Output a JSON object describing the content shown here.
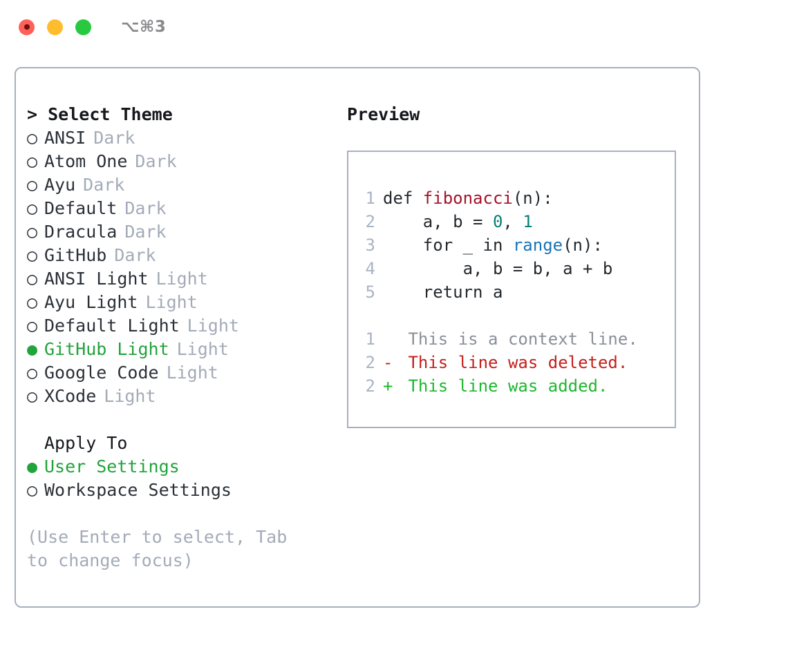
{
  "titlebar": {
    "shortcut": "⌥⌘3",
    "lights": [
      {
        "name": "close",
        "color": "#FF6159"
      },
      {
        "name": "minimize",
        "color": "#FFBD2E"
      },
      {
        "name": "maximize",
        "color": "#28C840"
      }
    ]
  },
  "theme_panel": {
    "heading_marker": ">",
    "heading": "Select Theme",
    "bullet_unselected": "○",
    "bullet_selected": "●",
    "items": [
      {
        "label": "ANSI",
        "tag": "Dark",
        "selected": false
      },
      {
        "label": "Atom One",
        "tag": "Dark",
        "selected": false
      },
      {
        "label": "Ayu",
        "tag": "Dark",
        "selected": false
      },
      {
        "label": "Default",
        "tag": "Dark",
        "selected": false
      },
      {
        "label": "Dracula",
        "tag": "Dark",
        "selected": false
      },
      {
        "label": "GitHub",
        "tag": "Dark",
        "selected": false
      },
      {
        "label": "ANSI Light",
        "tag": "Light",
        "selected": false
      },
      {
        "label": "Ayu Light",
        "tag": "Light",
        "selected": false
      },
      {
        "label": "Default Light",
        "tag": "Light",
        "selected": false
      },
      {
        "label": "GitHub Light",
        "tag": "Light",
        "selected": true
      },
      {
        "label": "Google Code",
        "tag": "Light",
        "selected": false
      },
      {
        "label": "XCode",
        "tag": "Light",
        "selected": false
      }
    ]
  },
  "apply_to": {
    "title": "Apply To",
    "options": [
      {
        "label": "User Settings",
        "selected": true
      },
      {
        "label": "Workspace Settings",
        "selected": false
      }
    ]
  },
  "hint": "(Use Enter to select, Tab to change focus)",
  "preview": {
    "heading": "Preview",
    "code_lines": [
      {
        "lineno": "1",
        "tokens": [
          {
            "text": "def ",
            "type": "plain"
          },
          {
            "text": "fibonacci",
            "type": "fn"
          },
          {
            "text": "(n):",
            "type": "plain"
          }
        ]
      },
      {
        "lineno": "2",
        "tokens": [
          {
            "text": "    a, b = ",
            "type": "plain"
          },
          {
            "text": "0",
            "type": "num"
          },
          {
            "text": ", ",
            "type": "plain"
          },
          {
            "text": "1",
            "type": "num"
          }
        ]
      },
      {
        "lineno": "3",
        "tokens": [
          {
            "text": "    for _ in ",
            "type": "plain"
          },
          {
            "text": "range",
            "type": "call"
          },
          {
            "text": "(n):",
            "type": "plain"
          }
        ]
      },
      {
        "lineno": "4",
        "tokens": [
          {
            "text": "        a, b = b, a + b",
            "type": "plain"
          }
        ]
      },
      {
        "lineno": "5",
        "tokens": [
          {
            "text": "    return a",
            "type": "plain"
          }
        ]
      }
    ],
    "diff_lines": [
      {
        "lineno": "1",
        "sign": " ",
        "text": " This is a context line.",
        "kind": "context"
      },
      {
        "lineno": "2",
        "sign": "-",
        "text": " This line was deleted.",
        "kind": "removed"
      },
      {
        "lineno": "2",
        "sign": "+",
        "text": " This line was added.",
        "kind": "added"
      }
    ]
  },
  "colors": {
    "accent_green": "#22A33C",
    "muted": "#A3ABB8",
    "border": "#A7B0BE",
    "diff_added": "#1CB82C",
    "diff_removed": "#C4201C",
    "syntax_function": "#A4122B",
    "syntax_number": "#067F78",
    "syntax_call": "#1774B8"
  }
}
